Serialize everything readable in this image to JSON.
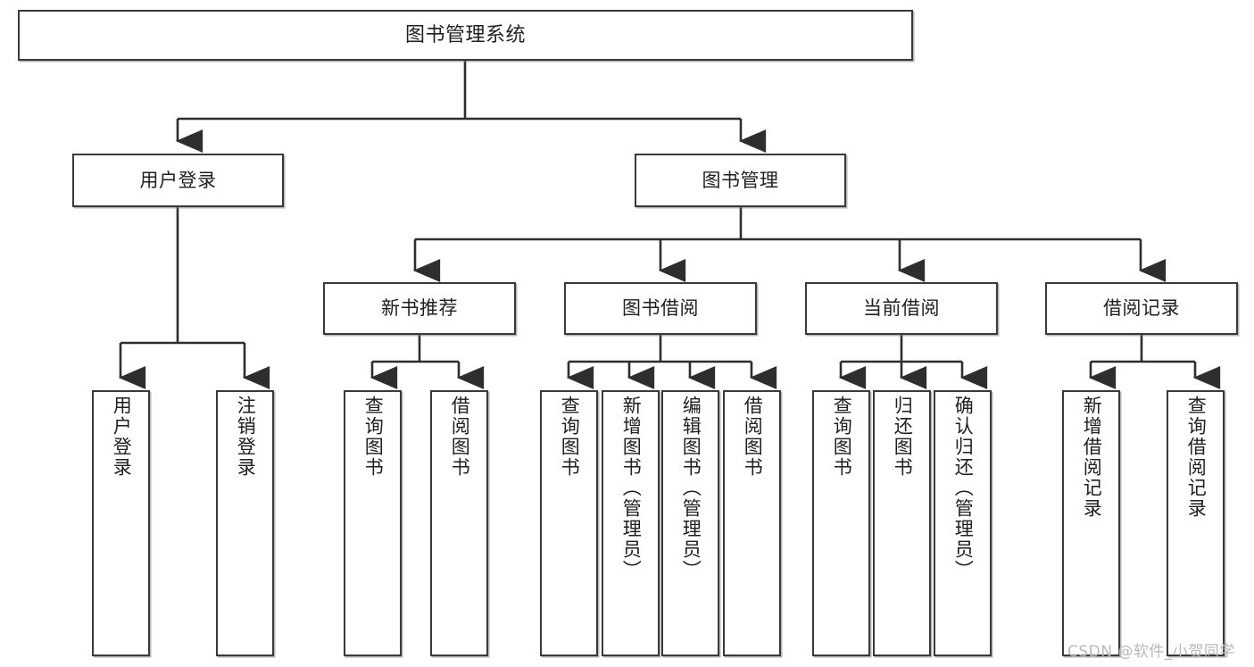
{
  "diagram": {
    "title": "图书管理系统",
    "type": "tree",
    "watermark": "CSDN @软件_小贺同学",
    "colors": {
      "box_border": "#3a3a3a",
      "box_fill": "#ffffff",
      "edge": "#2e2e2e",
      "text": "#1f1f1f",
      "watermark": "#b9b9b9"
    },
    "root": {
      "label": "图书管理系统"
    },
    "level2": [
      {
        "label": "用户登录"
      },
      {
        "label": "图书管理"
      }
    ],
    "level3": [
      {
        "label": "新书推荐"
      },
      {
        "label": "图书借阅"
      },
      {
        "label": "当前借阅"
      },
      {
        "label": "借阅记录"
      }
    ],
    "leaves": {
      "user_login": [
        {
          "label": "用户登录"
        },
        {
          "label": "注销登录"
        }
      ],
      "new_book_recommend": [
        {
          "label": "查询图书"
        },
        {
          "label": "借阅图书"
        }
      ],
      "book_borrow": [
        {
          "label": "查询图书"
        },
        {
          "label": "新增图书（管理员）"
        },
        {
          "label": "编辑图书（管理员）"
        },
        {
          "label": "借阅图书"
        }
      ],
      "current_borrow": [
        {
          "label": "查询图书"
        },
        {
          "label": "归还图书"
        },
        {
          "label": "确认归还（管理员）"
        }
      ],
      "borrow_record": [
        {
          "label": "新增借阅记录"
        },
        {
          "label": "查询借阅记录"
        }
      ]
    }
  }
}
